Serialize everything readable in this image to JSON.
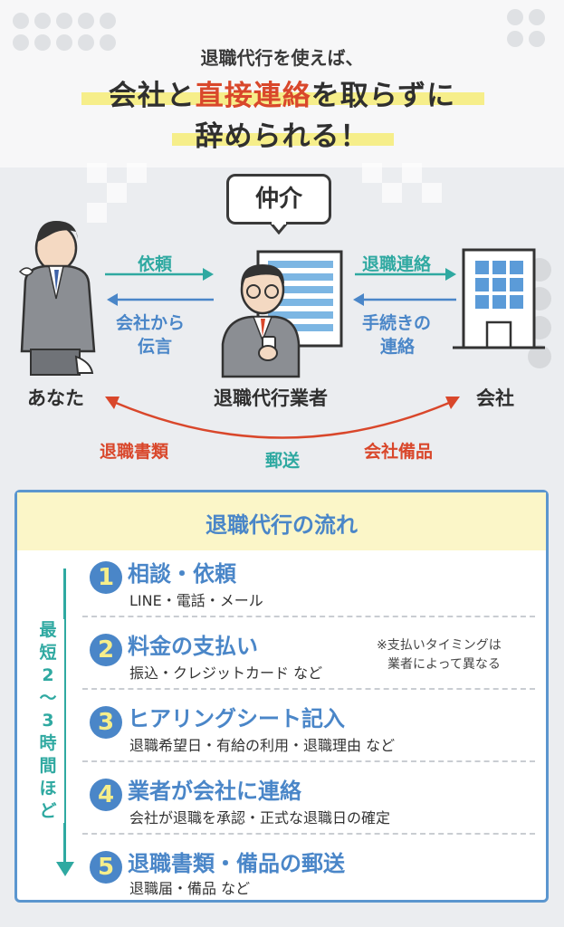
{
  "headline": {
    "sub": "退職代行を使えば、",
    "line1_a": "会社と",
    "line1_red": "直接連絡",
    "line1_b": "を取らずに",
    "line2": "辞められる！"
  },
  "diagram": {
    "mediator_bubble": "仲介",
    "you_label": "あなた",
    "agency_label": "退職代行業者",
    "company_label": "会社",
    "arrow_request": "依頼",
    "arrow_message_1": "会社から",
    "arrow_message_2": "伝言",
    "arrow_retire_contact": "退職連絡",
    "arrow_procedure_1": "手続きの",
    "arrow_procedure_2": "連絡",
    "docs_label": "退職書類",
    "mail_label": "郵送",
    "equipment_label": "会社備品"
  },
  "flow": {
    "title": "退職代行の流れ",
    "timeline_label": [
      "最",
      "短",
      "2",
      "〜",
      "3",
      "時",
      "間",
      "ほ",
      "ど"
    ],
    "note_1": "※支払いタイミングは",
    "note_2": "業者によって異なる",
    "steps": [
      {
        "num": "1",
        "title": "相談・依頼",
        "desc": "LINE・電話・メール"
      },
      {
        "num": "2",
        "title": "料金の支払い",
        "desc": "振込・クレジットカード など"
      },
      {
        "num": "3",
        "title": "ヒアリングシート記入",
        "desc": "退職希望日・有給の利用・退職理由 など"
      },
      {
        "num": "4",
        "title": "業者が会社に連絡",
        "desc": "会社が退職を承認・正式な退職日の確定"
      },
      {
        "num": "5",
        "title": "退職書類・備品の郵送",
        "desc": "退職届・備品 など"
      }
    ]
  },
  "colors": {
    "teal": "#2fa9a1",
    "blue": "#4a86c8",
    "orange": "#d9472b",
    "yellow": "#f6ee8a"
  }
}
